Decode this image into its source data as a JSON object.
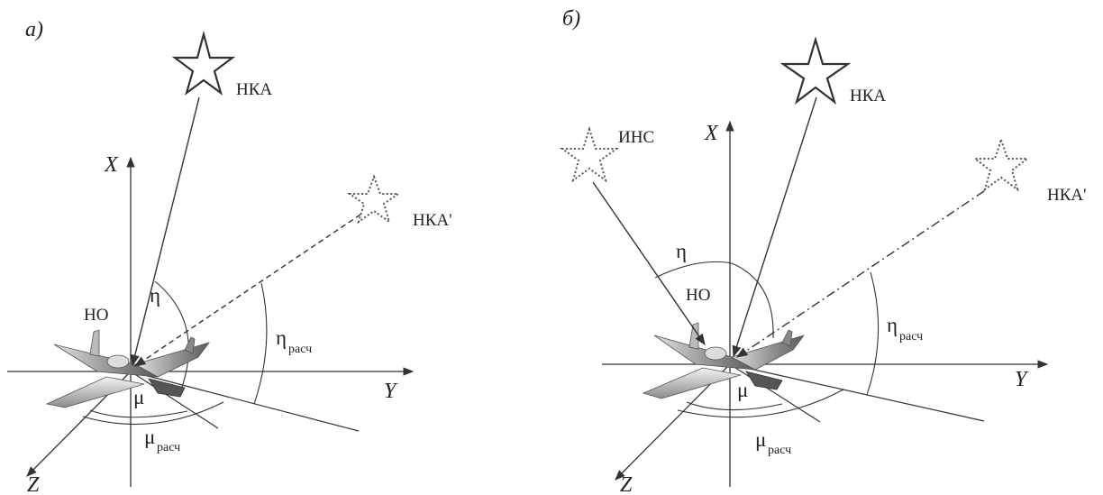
{
  "panels": [
    {
      "id": "a",
      "label": "a)",
      "axes": {
        "x": "X",
        "y": "Y",
        "z": "Z"
      },
      "star_labels": {
        "nka": "НКА",
        "nka_prime": "НКА'"
      },
      "ho_label": "НО",
      "eta": "η",
      "eta_calc": "η",
      "eta_calc_sub": "расч",
      "mu": "μ",
      "mu_calc": "μ",
      "mu_calc_sub": "расч"
    },
    {
      "id": "b",
      "label": "б)",
      "axes": {
        "x": "X",
        "y": "Y",
        "z": "Z"
      },
      "star_labels": {
        "nka": "НКА",
        "nka_prime": "НКА'",
        "ins": "ИНС"
      },
      "ho_label": "НО",
      "eta": "η",
      "eta_calc": "η",
      "eta_calc_sub": "расч",
      "mu": "μ",
      "mu_calc": "μ",
      "mu_calc_sub": "расч"
    }
  ]
}
